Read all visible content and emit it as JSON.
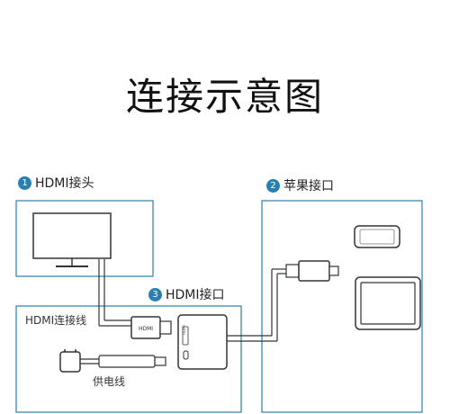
{
  "title": "连接示意图",
  "colors": {
    "accent": "#2a7fb0",
    "line": "#333333"
  },
  "callouts": [
    {
      "number": "1",
      "text": "HDMI接头"
    },
    {
      "number": "2",
      "text": "苹果接口"
    },
    {
      "number": "3",
      "text": "HDMI接口"
    }
  ],
  "labels": {
    "cable_group": "HDMI连接线",
    "power_cable": "供电线",
    "hdmi_plug_mark": "HDMI",
    "adapter_mark": "HDMI"
  }
}
